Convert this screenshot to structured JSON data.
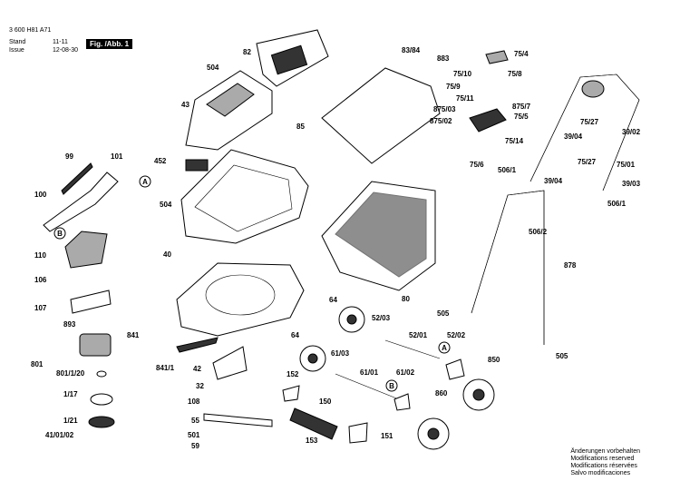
{
  "header": {
    "doc_number": "3 600 H81 A71",
    "stand_label": "Stand",
    "stand_value": "11-11",
    "issue_label": "Issue",
    "issue_value": "12-08-30",
    "figure": "Fig. /Abb. 1"
  },
  "callouts": {
    "A": "A",
    "B": "B"
  },
  "labels": [
    "82",
    "504",
    "43",
    "85",
    "452",
    "504",
    "40",
    "83/84",
    "883",
    "75/4",
    "75/10",
    "75/9",
    "75/11",
    "75/8",
    "875/03",
    "875/02",
    "875/7",
    "75/5",
    "75/14",
    "75/6",
    "506/1",
    "75/27",
    "39/04",
    "39/02",
    "75/27",
    "75/01",
    "39/04",
    "39/03",
    "506/1",
    "506/2",
    "878",
    "99",
    "101",
    "100",
    "110",
    "106",
    "107",
    "893",
    "801",
    "801/1/20",
    "1/17",
    "1/21",
    "41/01/02",
    "841",
    "841/1",
    "42",
    "32",
    "108",
    "55",
    "501",
    "59",
    "64",
    "52/03",
    "64",
    "61/03",
    "52/01",
    "52/02",
    "152",
    "61/01",
    "61/02",
    "150",
    "153",
    "151",
    "80",
    "505",
    "505",
    "850",
    "860"
  ],
  "notes": [
    "Änderungen vorbehalten",
    "Modifications reserved",
    "Modifications réservées",
    "Salvo modificaciones"
  ]
}
